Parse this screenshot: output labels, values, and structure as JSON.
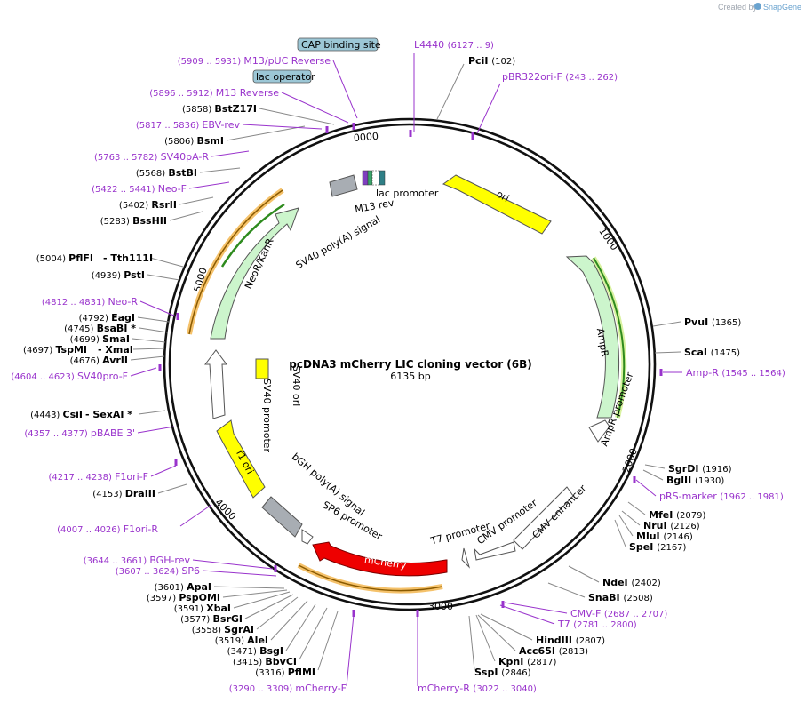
{
  "branding": {
    "created_by": "Created by",
    "app": "SnapGene"
  },
  "plasmid": {
    "name": "pcDNA3 mCherry LIC cloning vector (6B)",
    "length_label": "6135 bp"
  },
  "tick_labels": [
    "0000",
    "1000",
    "2000",
    "3000",
    "4000",
    "5000"
  ],
  "features": {
    "ori": "ori",
    "ampr": "AmpR",
    "ampr_promoter": "AmpR promoter",
    "cmv_enhancer": "CMV enhancer",
    "cmv_promoter": "CMV promoter",
    "t7_promoter": "T7 promoter",
    "mcherry": "mCherry",
    "sp6_promoter": "SP6 promoter",
    "bgh_polya": "bGH poly(A) signal",
    "f1_ori": "f1 ori",
    "sv40_promoter": "SV40 promoter",
    "sv40_ori": "SV40 ori",
    "neo_kanr": "NeoR/KanR",
    "sv40_polya": "SV40 poly(A) signal",
    "m13_rev": "M13 rev",
    "lac_promoter": "lac promoter"
  },
  "boxed_labels": {
    "cap_site": "CAP binding site",
    "lac_operator": "lac operator"
  },
  "sites": {
    "l4440": {
      "name": "L4440",
      "pos": "(6127 .. 9)"
    },
    "pcii": {
      "name": "PciI",
      "pos": "(102)"
    },
    "pbr322": {
      "name": "pBR322ori-F",
      "pos": "(243 .. 262)"
    },
    "pvui": {
      "name": "PvuI",
      "pos": "(1365)"
    },
    "scai": {
      "name": "ScaI",
      "pos": "(1475)"
    },
    "ampr_primer": {
      "name": "Amp-R",
      "pos": "(1545 .. 1564)"
    },
    "sgrdi": {
      "name": "SgrDI",
      "pos": "(1916)"
    },
    "bglii": {
      "name": "BglII",
      "pos": "(1930)"
    },
    "prs": {
      "name": "pRS-marker",
      "pos": "(1962 .. 1981)"
    },
    "mfei": {
      "name": "MfeI",
      "pos": "(2079)"
    },
    "nrui": {
      "name": "NruI",
      "pos": "(2126)"
    },
    "mlui": {
      "name": "MluI",
      "pos": "(2146)"
    },
    "spei": {
      "name": "SpeI",
      "pos": "(2167)"
    },
    "ndei": {
      "name": "NdeI",
      "pos": "(2402)"
    },
    "snabi": {
      "name": "SnaBI",
      "pos": "(2508)"
    },
    "cmvf": {
      "name": "CMV-F",
      "pos": "(2687 .. 2707)"
    },
    "t7": {
      "name": "T7",
      "pos": "(2781 .. 2800)"
    },
    "hindiii": {
      "name": "HindIII",
      "pos": "(2807)"
    },
    "acc65i": {
      "name": "Acc65I",
      "pos": "(2813)"
    },
    "kpni": {
      "name": "KpnI",
      "pos": "(2817)"
    },
    "sspi": {
      "name": "SspI",
      "pos": "(2846)"
    },
    "mcherryr": {
      "name": "mCherry-R",
      "pos": "(3022 .. 3040)"
    },
    "mcherryf": {
      "name": "mCherry-F",
      "pos": "(3290 .. 3309)"
    },
    "pflmi": {
      "name": "PflMI",
      "pos": "(3316)"
    },
    "bbvci": {
      "name": "BbvCI",
      "pos": "(3415)"
    },
    "bsgi": {
      "name": "BsgI",
      "pos": "(3471)"
    },
    "alei": {
      "name": "AleI",
      "pos": "(3519)"
    },
    "sgrai": {
      "name": "SgrAI",
      "pos": "(3558)"
    },
    "bsrgi": {
      "name": "BsrGI",
      "pos": "(3577)"
    },
    "xbai": {
      "name": "XbaI",
      "pos": "(3591)"
    },
    "pspomi": {
      "name": "PspOMI",
      "pos": "(3597)"
    },
    "apai": {
      "name": "ApaI",
      "pos": "(3601)"
    },
    "sp6": {
      "name": "SP6",
      "pos": "(3607 .. 3624)"
    },
    "bghrev": {
      "name": "BGH-rev",
      "pos": "(3644 .. 3661)"
    },
    "f1orir": {
      "name": "F1ori-R",
      "pos": "(4007 .. 4026)"
    },
    "draiii": {
      "name": "DraIII",
      "pos": "(4153)"
    },
    "f1orif": {
      "name": "F1ori-F",
      "pos": "(4217 .. 4238)"
    },
    "pbabe": {
      "name": "pBABE 3'",
      "pos": "(4357 .. 4377)"
    },
    "csii": {
      "name": "CsiI",
      "pos": "(4443)"
    },
    "sexai": {
      "name": "- SexAI *"
    },
    "sv40pro": {
      "name": "SV40pro-F",
      "pos": "(4604 .. 4623)"
    },
    "avrii": {
      "name": "AvrII",
      "pos": "(4676)"
    },
    "tspmi": {
      "name": "TspMI",
      "pos": "(4697)"
    },
    "xmai": {
      "name": "- XmaI"
    },
    "smai": {
      "name": "SmaI",
      "pos": "(4699)"
    },
    "bsabi": {
      "name": "BsaBI *",
      "pos": "(4745)"
    },
    "eagi": {
      "name": "EagI",
      "pos": "(4792)"
    },
    "neor_primer": {
      "name": "Neo-R",
      "pos": "(4812 .. 4831)"
    },
    "psti": {
      "name": "PstI",
      "pos": "(4939)"
    },
    "pflfi": {
      "name": "PflFI",
      "pos": "(5004)"
    },
    "tth111i": {
      "name": "- Tth111I"
    },
    "bsshii": {
      "name": "BssHII",
      "pos": "(5283)"
    },
    "rsrii": {
      "name": "RsrII",
      "pos": "(5402)"
    },
    "neof": {
      "name": "Neo-F",
      "pos": "(5422 .. 5441)"
    },
    "bstbi": {
      "name": "BstBI",
      "pos": "(5568)"
    },
    "sv40pa": {
      "name": "SV40pA-R",
      "pos": "(5763 .. 5782)"
    },
    "bsmi": {
      "name": "BsmI",
      "pos": "(5806)"
    },
    "ebv": {
      "name": "EBV-rev",
      "pos": "(5817 .. 5836)"
    },
    "bstz17i": {
      "name": "BstZ17I",
      "pos": "(5858)"
    },
    "m13rev": {
      "name": "M13 Reverse",
      "pos": "(5896 .. 5912)"
    },
    "m13puc": {
      "name": "M13/pUC Reverse",
      "pos": "(5909 .. 5931)"
    }
  },
  "colors": {
    "backbone": "#111111",
    "enzyme": "#000000",
    "primer": "#9933cc",
    "leader": "#888888",
    "primer_leader": "#9933cc",
    "ori": "#ffff00",
    "ampr": "#ccf5cc",
    "mcherry": "#ee0000",
    "grey_feature": "#a8adb3",
    "boxed": "#9cc7d6",
    "orf_highlight": "#f5c26b",
    "orf_line": "#2e8b1e"
  }
}
